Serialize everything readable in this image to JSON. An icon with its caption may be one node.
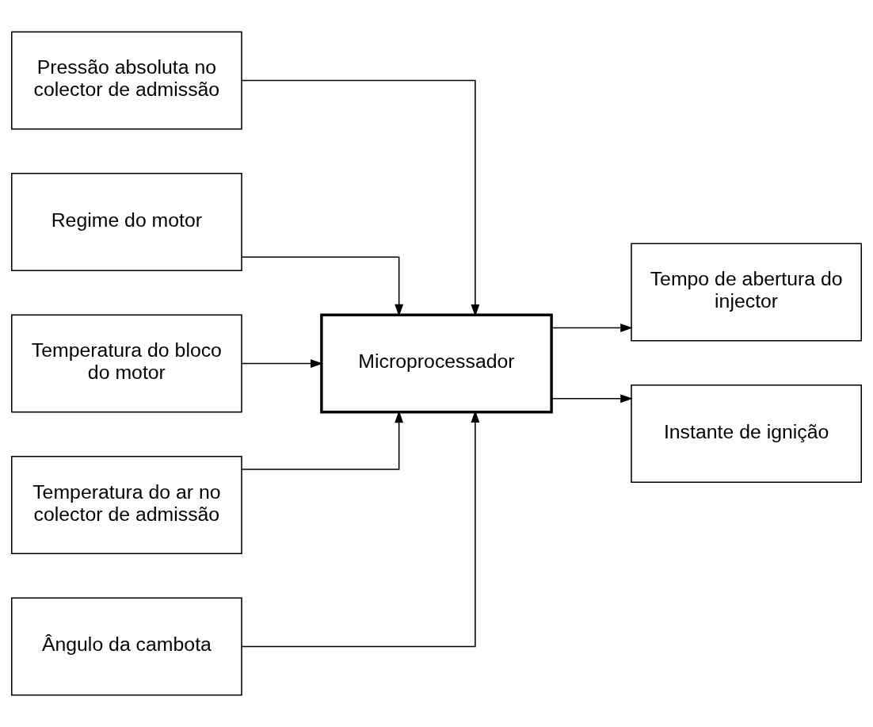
{
  "diagram": {
    "nodes": [
      {
        "text": [
          "Pressão absoluta no colector de admissão"
        ]
      },
      {
        "text": [
          "Regime do motor"
        ]
      },
      {
        "text": [
          "Temperatura do bloco do motor"
        ]
      },
      {
        "text": [
          "Temperatura do ar no colector de admissão"
        ]
      },
      {
        "text": [
          "Ângulo da cambota"
        ]
      },
      {
        "text": [
          "Microprocessador"
        ]
      },
      {
        "text": [
          "Tempo de abertura do injector"
        ]
      },
      {
        "text": [
          "Instante de ignição"
        ]
      }
    ],
    "edges": [
      {
        "from": 0,
        "to": 5,
        "arrow": "to"
      },
      {
        "from": 1,
        "to": 5,
        "arrow": "to"
      },
      {
        "from": 2,
        "to": 5,
        "arrow": "to"
      },
      {
        "from": 3,
        "to": 5,
        "arrow": "to"
      },
      {
        "from": 4,
        "to": 5,
        "arrow": "to"
      },
      {
        "from": 5,
        "to": 6,
        "arrow": "to"
      },
      {
        "from": 5,
        "to": 7,
        "arrow": "to"
      }
    ]
  }
}
